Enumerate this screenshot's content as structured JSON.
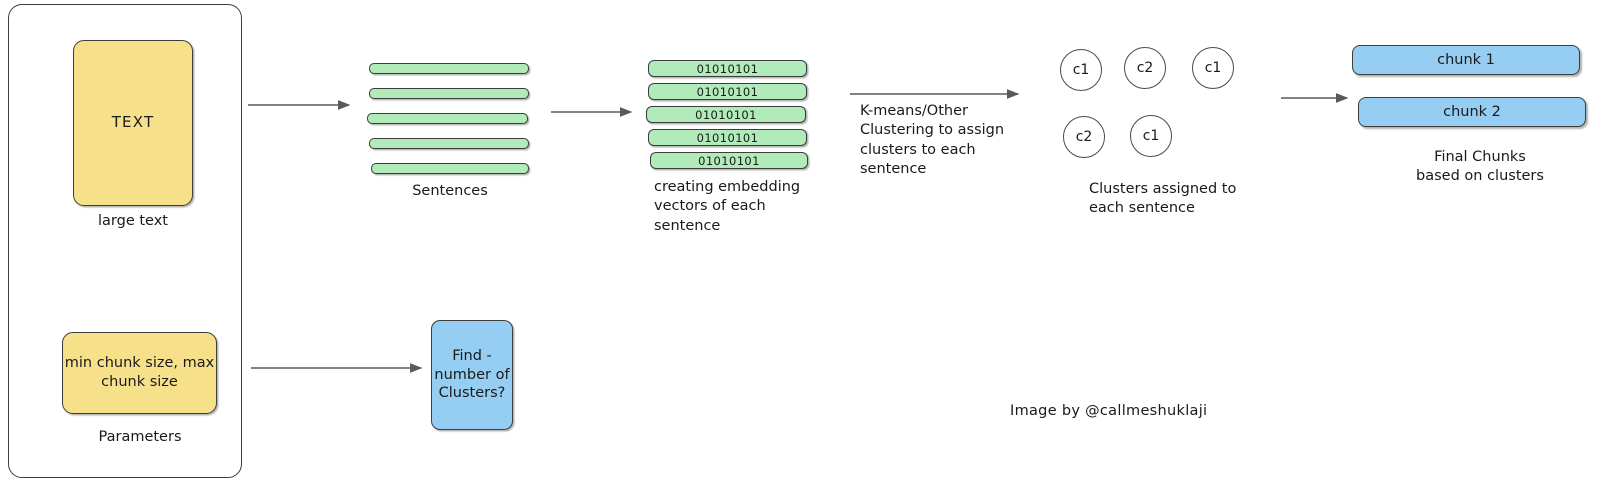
{
  "diagram": {
    "credit": "Image by @callmeshuklaji",
    "input_panel": {
      "text_box": {
        "label": "TEXT",
        "caption": "large text",
        "color": "#f7e08a"
      },
      "params_box": {
        "label": "min chunk size,\nmax chunk size",
        "caption": "Parameters",
        "color": "#f7e08a"
      }
    },
    "sentences": {
      "caption": "Sentences",
      "bars": [
        "",
        "",
        "",
        "",
        ""
      ],
      "color": "#b1ebb9"
    },
    "embeddings": {
      "caption": "creating embedding\nvectors of each\nsentence",
      "bars": [
        "01010101",
        "01010101",
        "01010101",
        "01010101",
        "01010101"
      ],
      "color": "#b1ebb9"
    },
    "clustering_step": {
      "label": "K-means/Other\nClustering to assign\nclusters to each\nsentence"
    },
    "clusters": {
      "caption": "Clusters assigned to\neach sentence",
      "row1": [
        "c1",
        "c2",
        "c1"
      ],
      "row2": [
        "c2",
        "c1"
      ]
    },
    "chunks": {
      "caption": "Final Chunks\nbased on clusters",
      "items": [
        "chunk 1",
        "chunk 2"
      ],
      "color": "#95cdf3"
    },
    "find_clusters": {
      "label": "Find -\nnumber of\nClusters?",
      "color": "#95cdf3"
    }
  }
}
